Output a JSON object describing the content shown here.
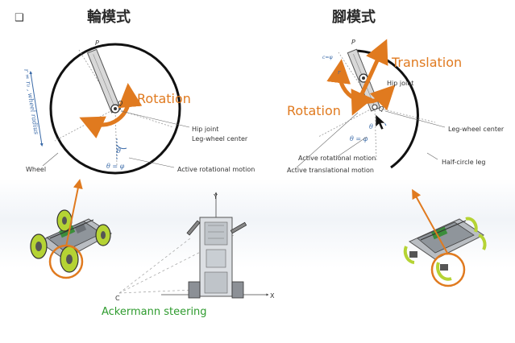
{
  "slide": {
    "bullet": "❑",
    "wheel_mode_title": "輪模式",
    "leg_mode_title": "腳模式"
  },
  "wheel_diagram": {
    "point_p": "P",
    "point_q": "Q",
    "radius_label": "r = r₀ , wheel radius",
    "rotation_label": "Rotation",
    "hip_joint": "Hip joint",
    "leg_wheel_center": "Leg-wheel center",
    "theta": "θ",
    "theta_eq": "θ = φ",
    "wheel_label": "Wheel",
    "active_rotational": "Active rotational motion"
  },
  "leg_diagram": {
    "point_p": "P",
    "point_q": "Q",
    "r_label": "r",
    "c_label": "c=φ",
    "translation_label": "Translation",
    "rotation_label": "Rotation",
    "hip_joint": "Hip joint",
    "theta": "θ",
    "theta_eq": "θ = φ",
    "leg_wheel_center": "Leg-wheel center",
    "active_rotational": "Active rotational motion",
    "active_translational": "Active translational motion",
    "half_circle_leg": "Half-circle leg"
  },
  "steering": {
    "axis_y": "Y",
    "axis_x": "X",
    "center_c": "C",
    "label": "Ackermann steering"
  },
  "colors": {
    "orange": "#e07a1f",
    "green": "#2e9b2e",
    "blue": "#3a6aa8",
    "wheel_green": "#b5d334"
  }
}
